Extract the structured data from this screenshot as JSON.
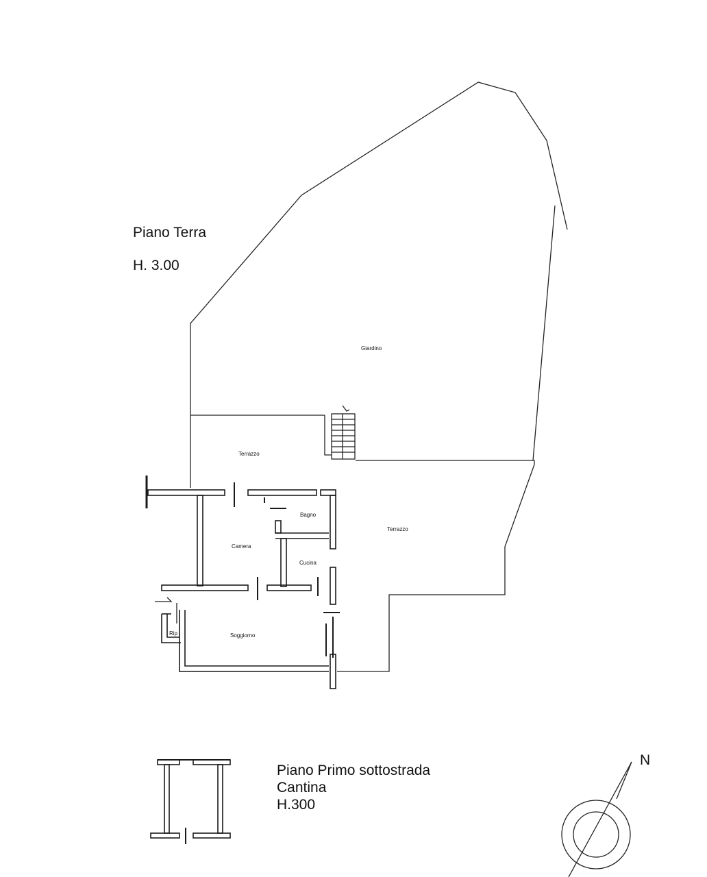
{
  "ground_floor": {
    "title": "Piano Terra",
    "height": "H. 3.00",
    "rooms": {
      "garden": "Giardino",
      "terrace_upper": "Terrazzo",
      "terrace_right": "Terrazzo",
      "bathroom": "Bagno",
      "bedroom": "Camera",
      "kitchen": "Cucina",
      "living": "Soggiorno",
      "closet": "Rip"
    }
  },
  "basement": {
    "title": "Piano Primo sottostrada",
    "room": "Cantina",
    "height": "H.300"
  },
  "compass": {
    "north_label": "N",
    "icon": "north-arrow-icon"
  }
}
